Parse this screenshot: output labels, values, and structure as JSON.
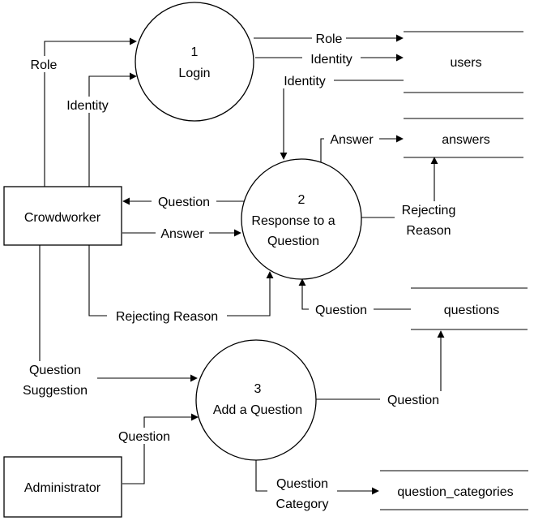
{
  "processes": {
    "login": {
      "number": "1",
      "name": "Login"
    },
    "response": {
      "number": "2",
      "name_line1": "Response to a",
      "name_line2": "Question"
    },
    "add": {
      "number": "3",
      "name": "Add a Question"
    }
  },
  "entities": {
    "crowdworker": "Crowdworker",
    "administrator": "Administrator"
  },
  "stores": {
    "users": "users",
    "answers": "answers",
    "questions": "questions",
    "question_categories": "question_categories"
  },
  "flows": {
    "role_in": "Role",
    "identity_in": "Identity",
    "role_out": "Role",
    "identity_out": "Identity",
    "identity_to_response": "Identity",
    "answer_to_store": "Answer",
    "question_to_worker": "Question",
    "answer_from_worker": "Answer",
    "rejecting_worker": "Rejecting Reason",
    "rejecting_store_line1": "Rejecting",
    "rejecting_store_line2": "Reason",
    "question_from_store": "Question",
    "suggestion_line1": "Question",
    "suggestion_line2": "Suggestion",
    "question_from_admin": "Question",
    "question_to_store": "Question",
    "category_line1": "Question",
    "category_line2": "Category"
  }
}
